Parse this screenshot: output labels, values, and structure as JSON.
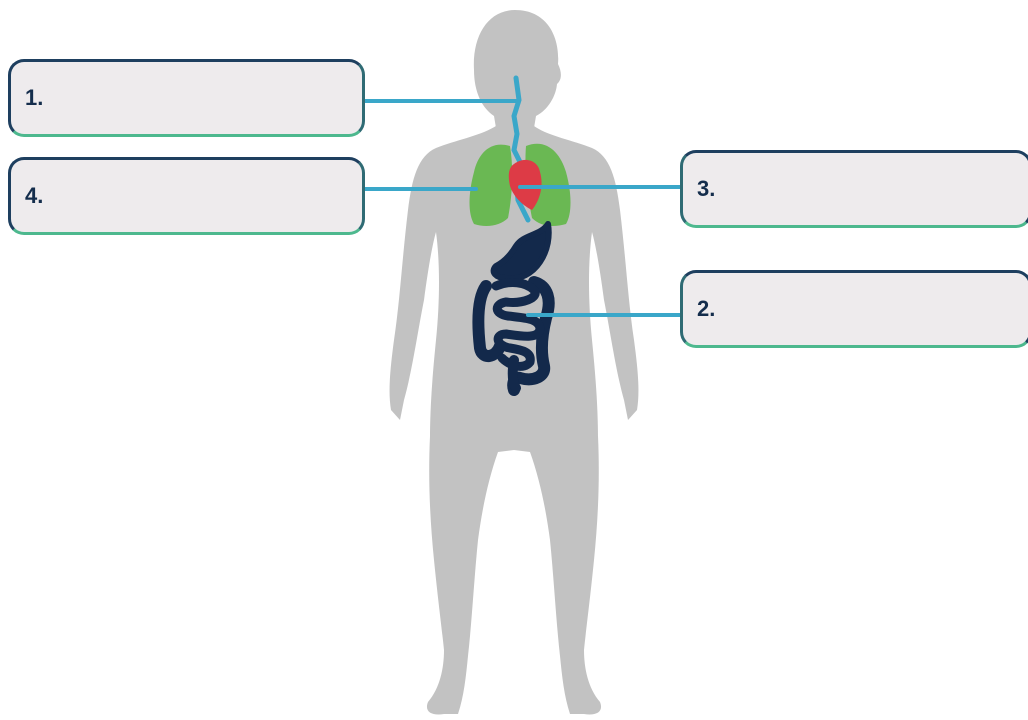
{
  "labels": [
    {
      "id": "1",
      "text": "1."
    },
    {
      "id": "4",
      "text": "4."
    },
    {
      "id": "3",
      "text": "3."
    },
    {
      "id": "2",
      "text": "2."
    }
  ],
  "colors": {
    "body_silhouette": "#c2c2c2",
    "lungs": "#6ab853",
    "heart": "#dd3b46",
    "digestive_tract": "#13294b",
    "airway_and_leaders": "#3aa7c9",
    "box_fill": "#eeebed",
    "box_border_top": "#1e3f5f",
    "box_border_bottom": "#4db88e",
    "label_text": "#142d4c"
  }
}
